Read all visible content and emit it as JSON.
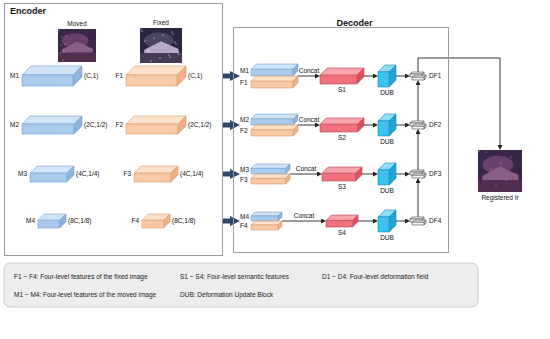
{
  "diagram": {
    "nodes": [
      {
        "text": [
          "Encoder"
        ]
      },
      {
        "text": [
          "Moved"
        ],
        "in": 0
      },
      {
        "text": [
          "Fixed"
        ],
        "in": 0
      },
      {
        "text": [
          "M1",
          "(C,1)"
        ],
        "in": 0
      },
      {
        "text": [
          "F1",
          "(C,1)"
        ],
        "in": 0
      },
      {
        "text": [
          "M2",
          "(2C,1/2)"
        ],
        "in": 0
      },
      {
        "text": [
          "F2",
          "(2C,1/2)"
        ],
        "in": 0
      },
      {
        "text": [
          "M3",
          "(4C,1/4)"
        ],
        "in": 0
      },
      {
        "text": [
          "F3",
          "(4C,1/4)"
        ],
        "in": 0
      },
      {
        "text": [
          "M4",
          "(8C,1/8)"
        ],
        "in": 0
      },
      {
        "text": [
          "F4",
          "(8C,1/8)"
        ],
        "in": 0
      },
      {
        "text": [
          "Decoder"
        ]
      },
      {
        "text": [
          "M1",
          "F1"
        ],
        "in": 11
      },
      {
        "text": [
          "S1"
        ],
        "in": 11
      },
      {
        "text": [
          "DUB"
        ],
        "in": 11
      },
      {
        "text": [
          "DF1"
        ],
        "in": 11
      },
      {
        "text": [
          "M2",
          "F2"
        ],
        "in": 11
      },
      {
        "text": [
          "S2"
        ],
        "in": 11
      },
      {
        "text": [
          "DUB"
        ],
        "in": 11
      },
      {
        "text": [
          "DF2"
        ],
        "in": 11
      },
      {
        "text": [
          "M3",
          "F3"
        ],
        "in": 11
      },
      {
        "text": [
          "S3"
        ],
        "in": 11
      },
      {
        "text": [
          "DUB"
        ],
        "in": 11
      },
      {
        "text": [
          "DF3"
        ],
        "in": 11
      },
      {
        "text": [
          "M4",
          "F4"
        ],
        "in": 11
      },
      {
        "text": [
          "S4"
        ],
        "in": 11
      },
      {
        "text": [
          "DUB"
        ],
        "in": 11
      },
      {
        "text": [
          "DF4"
        ],
        "in": 11
      },
      {
        "text": [
          "Registered Ir"
        ]
      }
    ],
    "edges": [
      {
        "from": 0,
        "to": 12,
        "arrow": "to"
      },
      {
        "from": 0,
        "to": 16,
        "arrow": "to"
      },
      {
        "from": 0,
        "to": 20,
        "arrow": "to"
      },
      {
        "from": 0,
        "to": 24,
        "arrow": "to"
      },
      {
        "from": 12,
        "to": 13,
        "label": "Concat",
        "arrow": "to"
      },
      {
        "from": 16,
        "to": 17,
        "label": "Concat",
        "arrow": "to"
      },
      {
        "from": 20,
        "to": 21,
        "label": "Concat",
        "arrow": "to"
      },
      {
        "from": 24,
        "to": 25,
        "label": "Concat",
        "arrow": "to"
      },
      {
        "from": 13,
        "to": 14,
        "arrow": "to"
      },
      {
        "from": 17,
        "to": 18,
        "arrow": "to"
      },
      {
        "from": 21,
        "to": 22,
        "arrow": "to"
      },
      {
        "from": 25,
        "to": 26,
        "arrow": "to"
      },
      {
        "from": 14,
        "to": 15,
        "arrow": "to"
      },
      {
        "from": 18,
        "to": 19,
        "arrow": "to"
      },
      {
        "from": 22,
        "to": 23,
        "arrow": "to"
      },
      {
        "from": 26,
        "to": 27,
        "arrow": "to"
      },
      {
        "from": 27,
        "to": 23,
        "arrow": "to"
      },
      {
        "from": 23,
        "to": 19,
        "arrow": "to"
      },
      {
        "from": 19,
        "to": 15,
        "arrow": "to"
      },
      {
        "from": 15,
        "to": 28,
        "arrow": "to"
      }
    ],
    "labels": [
      "F1 ~ F4: Four-level features of the fixed image",
      "S1 ~ S4: Four-level semantic features",
      "D1 ~ D4: Four-level deformation field",
      "M1 ~ M4: Four-level features of the moved image",
      "DUB: Deformation Update Block"
    ]
  }
}
